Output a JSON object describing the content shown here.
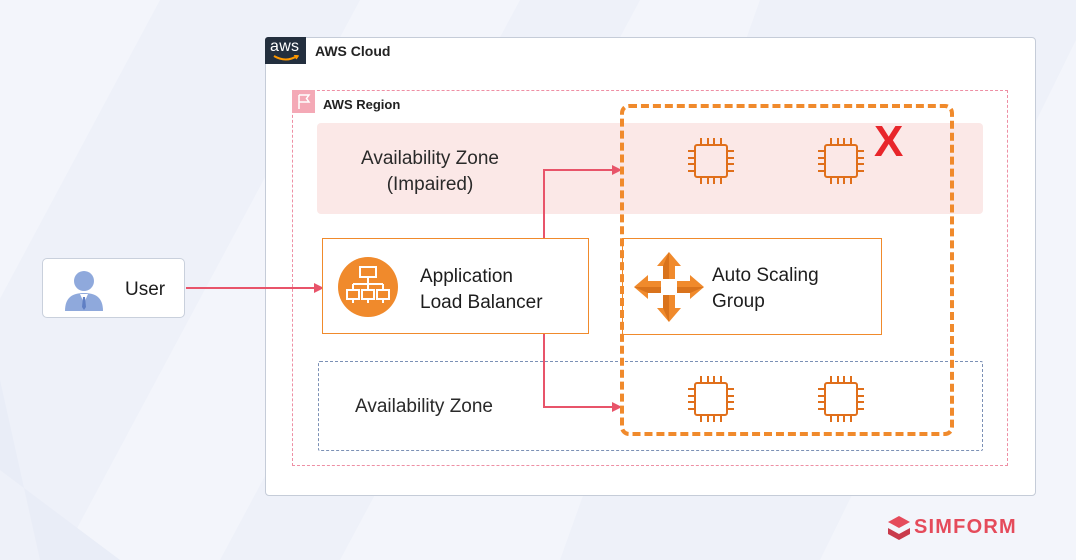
{
  "user": {
    "label": "User"
  },
  "cloud": {
    "logo_text": "aws",
    "label": "AWS Cloud"
  },
  "region": {
    "label": "AWS Region"
  },
  "zones": {
    "impaired": {
      "line1": "Availability Zone",
      "line2": "(Impaired)"
    },
    "normal": {
      "label": "Availability Zone"
    }
  },
  "alb": {
    "line1": "Application",
    "line2": "Load Balancer"
  },
  "asg": {
    "line1": "Auto Scaling",
    "line2": "Group"
  },
  "failure_mark": "X",
  "brand": {
    "name": "SIMFORM"
  },
  "colors": {
    "accent_orange": "#f08a2c",
    "arrow_red": "#e8546a",
    "failure_red": "#e8262b",
    "impaired_bg": "#fbe8e7",
    "region_border": "#ee8fa4",
    "az_border": "#7b90b5"
  },
  "icons": {
    "user": "user-icon",
    "alb": "load-balancer-icon",
    "asg": "auto-scaling-icon",
    "instance": "ec2-instance-chip-icon",
    "region": "region-flag-icon",
    "brand": "simform-logo-icon"
  }
}
